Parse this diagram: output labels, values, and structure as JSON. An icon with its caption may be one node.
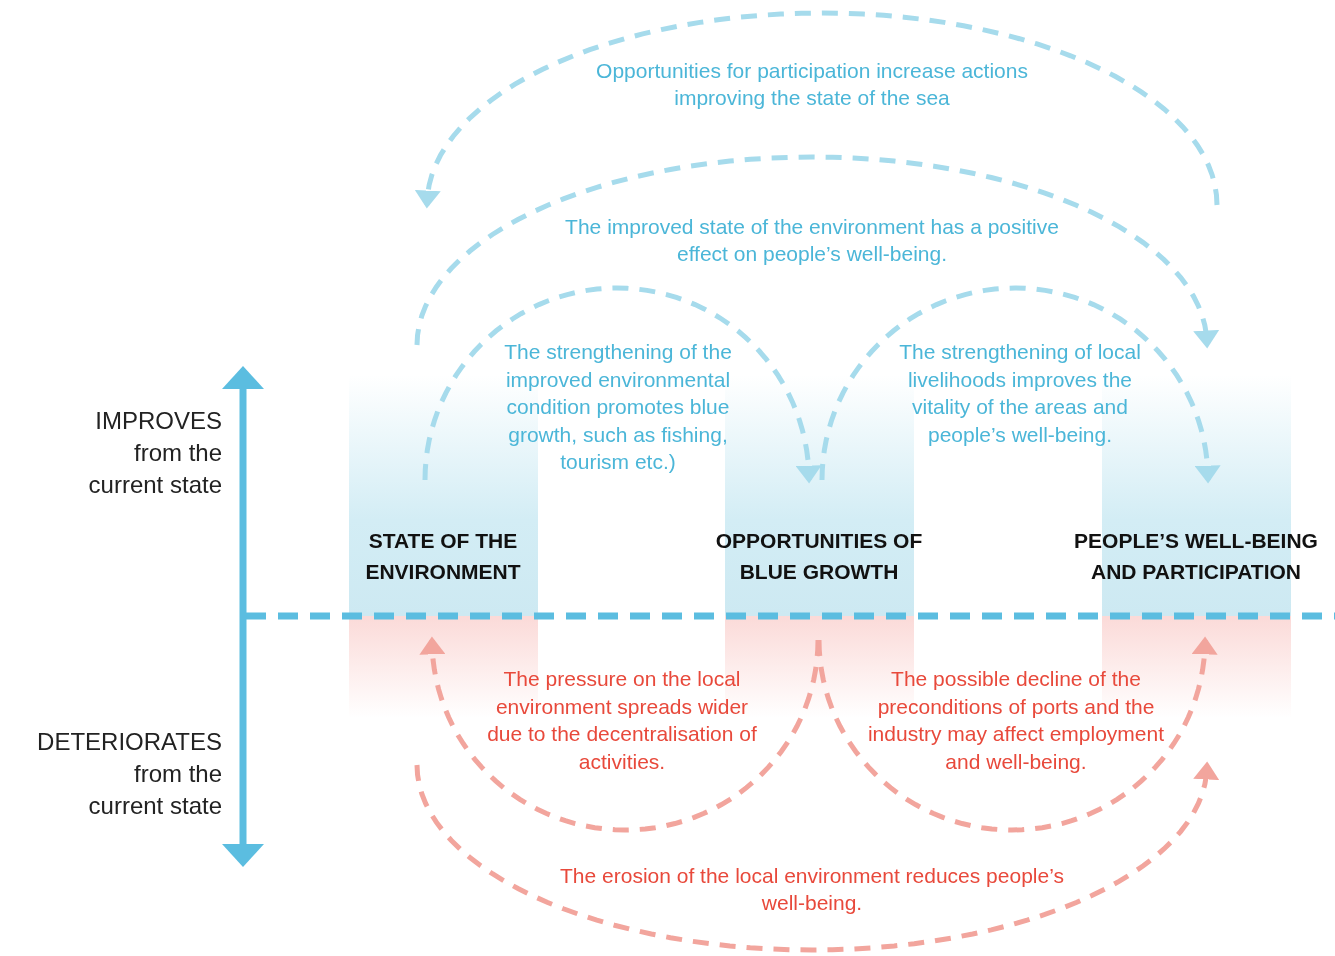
{
  "diagram": {
    "nodes": [
      {
        "text": [
          "STATE OF THE ENVIRONMENT"
        ]
      },
      {
        "text": [
          "OPPORTUNITIES OF BLUE GROWTH"
        ]
      },
      {
        "text": [
          "PEOPLE’S WELL-BEING AND PARTICIPATION"
        ]
      }
    ],
    "edges": [
      {
        "from": 2,
        "to": 0,
        "arrow": "to",
        "style": "dashed",
        "label": "Opportunities for participation increase actions improving the state of the sea"
      },
      {
        "from": 0,
        "to": 2,
        "arrow": "to",
        "style": "dashed",
        "label": "The improved state of the environment has a positive effect on people’s well-being."
      },
      {
        "from": 0,
        "to": 1,
        "arrow": "to",
        "style": "dashed",
        "label": "The strengthening of the improved environmental condition promotes blue growth, such as fishing, tourism etc.)"
      },
      {
        "from": 1,
        "to": 2,
        "arrow": "to",
        "style": "dashed",
        "label": "The strengthening of local livelihoods improves the vitality of the areas and people’s well-being."
      },
      {
        "from": 1,
        "to": 0,
        "arrow": "to",
        "style": "dashed",
        "color": "#f2a59d",
        "label": "The pressure on the local environment spreads wider due to the decentralisation of activities."
      },
      {
        "from": 1,
        "to": 2,
        "arrow": "to",
        "style": "dashed",
        "color": "#f2a59d",
        "label": "The possible decline of the preconditions of ports and the industry may affect employment and well-being."
      },
      {
        "from": 0,
        "to": 2,
        "arrow": "to",
        "style": "dashed",
        "color": "#f2a59d",
        "label": "The erosion of the local environment reduces people’s well-being."
      }
    ],
    "labels": [
      "IMPROVES",
      "from the current state",
      "DETERIORATES",
      "from the current state"
    ]
  }
}
